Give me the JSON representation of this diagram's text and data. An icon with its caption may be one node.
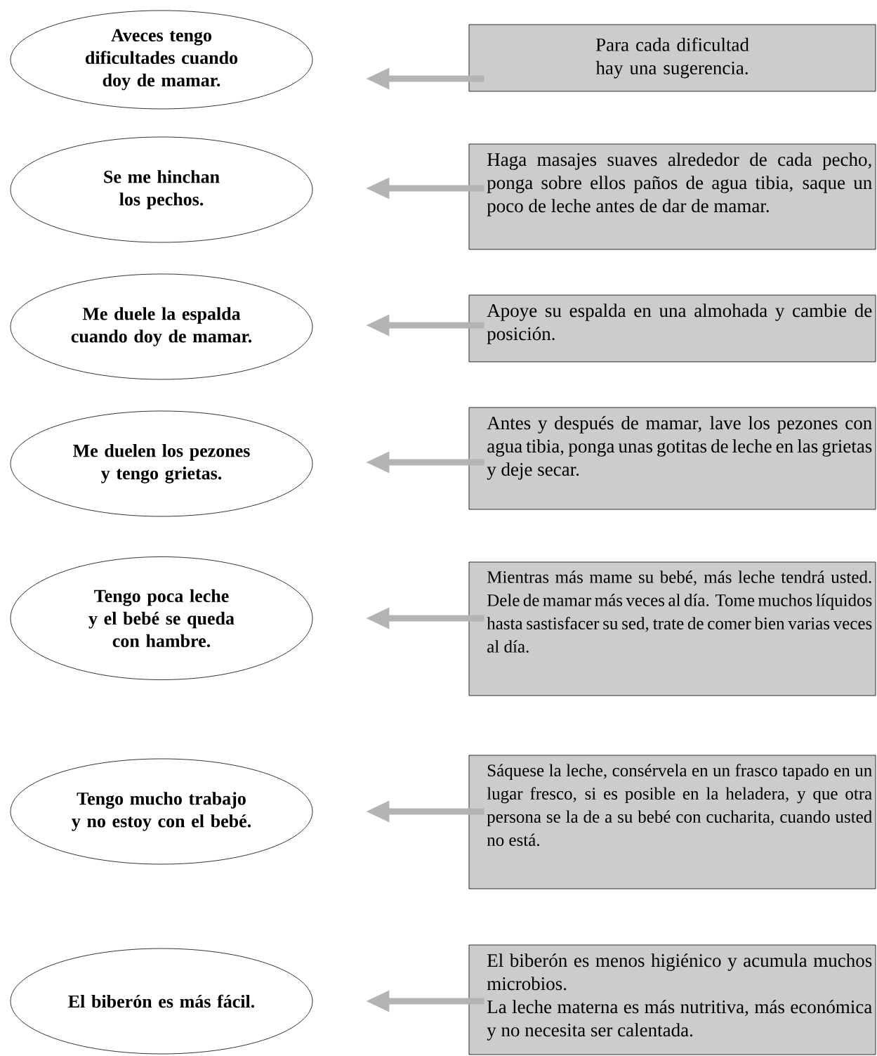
{
  "diagram": {
    "nodes": [
      {
        "text": [
          "Aveces tengo dificultades cuando doy de mamar."
        ]
      },
      {
        "text": [
          "Se me hinchan los pechos."
        ]
      },
      {
        "text": [
          "Me duele la espalda cuando doy de mamar."
        ]
      },
      {
        "text": [
          "Me duelen los pezones y tengo grietas."
        ]
      },
      {
        "text": [
          "Tengo poca leche y el bebé se queda con hambre."
        ]
      },
      {
        "text": [
          "Tengo mucho trabajo y no estoy con el bebé."
        ]
      },
      {
        "text": [
          "El biberón es más fácil."
        ]
      },
      {
        "text": [
          "Para cada dificultad hay una sugerencia."
        ]
      },
      {
        "text": [
          "Haga masajes suaves alrededor de cada pecho, ponga sobre ellos paños de agua tibia, saque un poco de leche antes de dar de mamar."
        ]
      },
      {
        "text": [
          "Apoye su espalda en una almohada y cambie de posición."
        ]
      },
      {
        "text": [
          "Antes y después de mamar, lave los pezones con agua tibia, ponga unas gotitas de leche en las grietas y deje secar."
        ]
      },
      {
        "text": [
          "Mientras más mame su bebé, más leche tendrá usted. Dele de mamar más veces al día. Tome muchos líquidos hasta sastisfacer su sed, trate de comer bien varias veces al día."
        ]
      },
      {
        "text": [
          "Sáquese la leche, consérvela en un frasco tapado en un lugar fresco, si es posible en la heladera, y que otra persona se la de a su bebé con cucharita, cuando usted no está."
        ]
      },
      {
        "text": [
          "El biberón es menos higiénico y acumula muchos microbios.",
          "La leche materna es más nutritiva, más económica y no necesita ser calentada."
        ]
      }
    ],
    "edges": [
      {
        "from": 7,
        "to": 0,
        "arrow": "to"
      },
      {
        "from": 8,
        "to": 1,
        "arrow": "to"
      },
      {
        "from": 9,
        "to": 2,
        "arrow": "to"
      },
      {
        "from": 10,
        "to": 3,
        "arrow": "to"
      },
      {
        "from": 11,
        "to": 4,
        "arrow": "to"
      },
      {
        "from": 12,
        "to": 5,
        "arrow": "to"
      },
      {
        "from": 13,
        "to": 6,
        "arrow": "to"
      }
    ]
  }
}
